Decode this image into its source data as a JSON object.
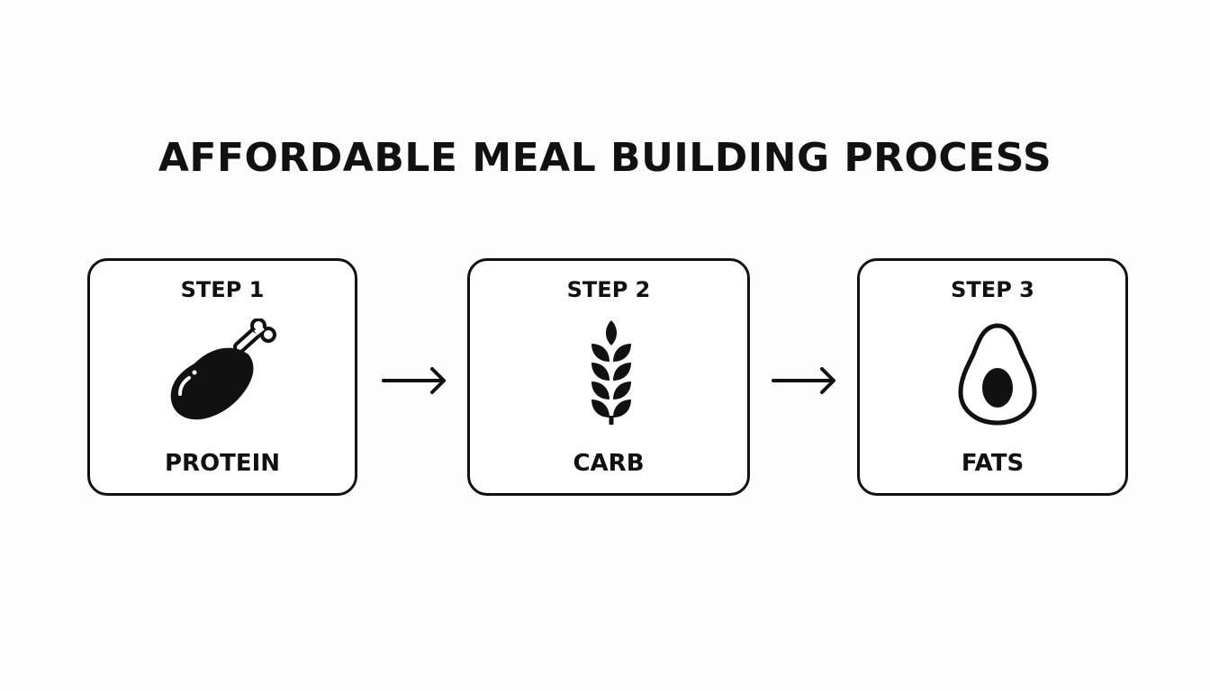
{
  "title": "AFFORDABLE MEAL BUILDING PROCESS",
  "steps": [
    {
      "step": "STEP 1",
      "label": "PROTEIN",
      "icon": "chicken-drumstick-icon"
    },
    {
      "step": "STEP 2",
      "label": "CARB",
      "icon": "wheat-icon"
    },
    {
      "step": "STEP 3",
      "label": "FATS",
      "icon": "avocado-icon"
    }
  ],
  "connectors": [
    "arrow-right-icon",
    "arrow-right-icon"
  ],
  "colors": {
    "stroke": "#111111",
    "background": "#fdfdfd"
  }
}
